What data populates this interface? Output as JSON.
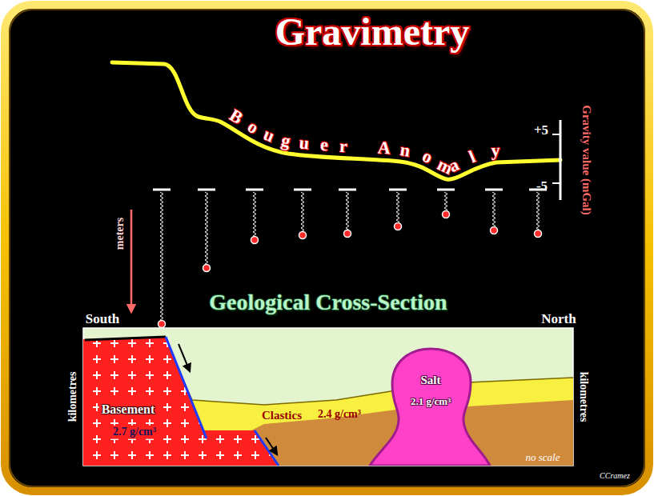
{
  "diagram": {
    "title": "Gravimetry",
    "nodes": [
      {
        "text": [
          "Basement",
          "2.7 g/cm³"
        ]
      },
      {
        "text": [
          "Salt",
          "2.1 g/cm³"
        ]
      }
    ],
    "labels": [
      "Bouguer Anomaly",
      "+5",
      "-5",
      "Gravity value (mGal)",
      "meters",
      "Geological Cross-Section",
      "South",
      "North",
      "Clastics",
      "2.4 g/cm³",
      "kilometres",
      "kilometres",
      "no scale",
      "CCramez"
    ]
  }
}
